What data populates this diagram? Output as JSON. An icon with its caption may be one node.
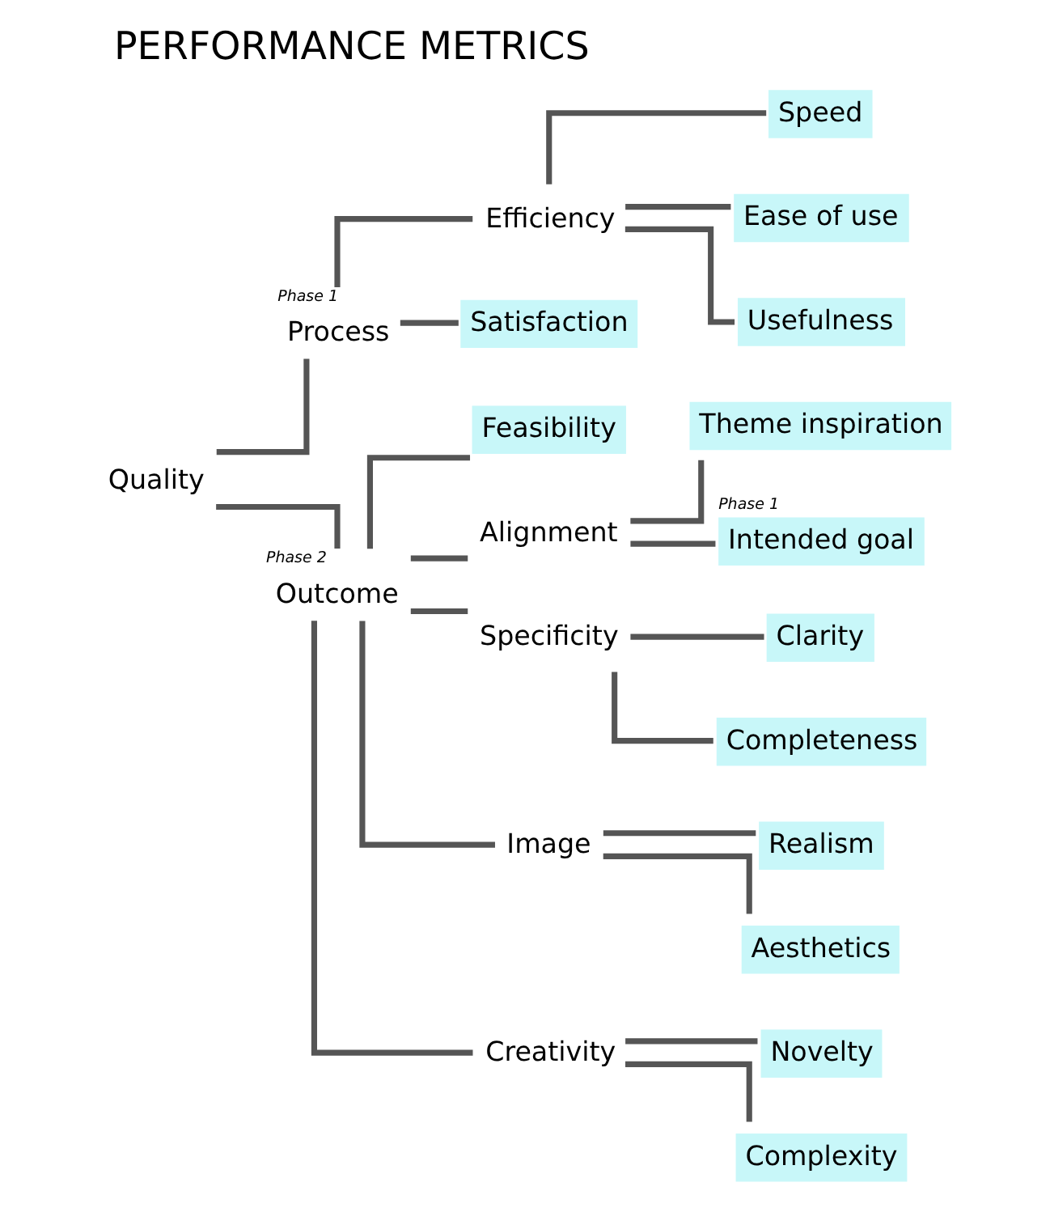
{
  "diagram": {
    "title": "PERFORMANCE METRICS",
    "nodes": [
      {
        "text": [
          "Quality"
        ]
      },
      {
        "text": [
          "Phase 1",
          "Process"
        ]
      },
      {
        "text": [
          "Efficiency"
        ]
      },
      {
        "text": [
          "Speed"
        ]
      },
      {
        "text": [
          "Ease of use"
        ]
      },
      {
        "text": [
          "Usefulness"
        ]
      },
      {
        "text": [
          "Satisfaction"
        ]
      },
      {
        "text": [
          "Phase 2",
          "Outcome"
        ]
      },
      {
        "text": [
          "Feasibility"
        ]
      },
      {
        "text": [
          "Alignment"
        ]
      },
      {
        "text": [
          "Theme inspiration"
        ]
      },
      {
        "text": [
          "Phase 1",
          "Intended goal"
        ]
      },
      {
        "text": [
          "Specificity"
        ]
      },
      {
        "text": [
          "Clarity"
        ]
      },
      {
        "text": [
          "Completeness"
        ]
      },
      {
        "text": [
          "Image"
        ]
      },
      {
        "text": [
          "Realism"
        ]
      },
      {
        "text": [
          "Aesthetics"
        ]
      },
      {
        "text": [
          "Creativity"
        ]
      },
      {
        "text": [
          "Novelty"
        ]
      },
      {
        "text": [
          "Complexity"
        ]
      }
    ],
    "edges": [
      {
        "from": 0,
        "to": 1,
        "arrow": "none"
      },
      {
        "from": 0,
        "to": 7,
        "arrow": "none"
      },
      {
        "from": 1,
        "to": 2,
        "arrow": "none"
      },
      {
        "from": 1,
        "to": 6,
        "arrow": "none"
      },
      {
        "from": 2,
        "to": 3,
        "arrow": "none"
      },
      {
        "from": 2,
        "to": 4,
        "arrow": "none"
      },
      {
        "from": 2,
        "to": 5,
        "arrow": "none"
      },
      {
        "from": 7,
        "to": 8,
        "arrow": "none"
      },
      {
        "from": 7,
        "to": 9,
        "arrow": "none"
      },
      {
        "from": 7,
        "to": 12,
        "arrow": "none"
      },
      {
        "from": 7,
        "to": 15,
        "arrow": "none"
      },
      {
        "from": 7,
        "to": 18,
        "arrow": "none"
      },
      {
        "from": 9,
        "to": 10,
        "arrow": "none"
      },
      {
        "from": 9,
        "to": 11,
        "arrow": "none"
      },
      {
        "from": 12,
        "to": 13,
        "arrow": "none"
      },
      {
        "from": 12,
        "to": 14,
        "arrow": "none"
      },
      {
        "from": 15,
        "to": 16,
        "arrow": "none"
      },
      {
        "from": 15,
        "to": 17,
        "arrow": "none"
      },
      {
        "from": 18,
        "to": 19,
        "arrow": "none"
      },
      {
        "from": 18,
        "to": 20,
        "arrow": "none"
      }
    ]
  }
}
